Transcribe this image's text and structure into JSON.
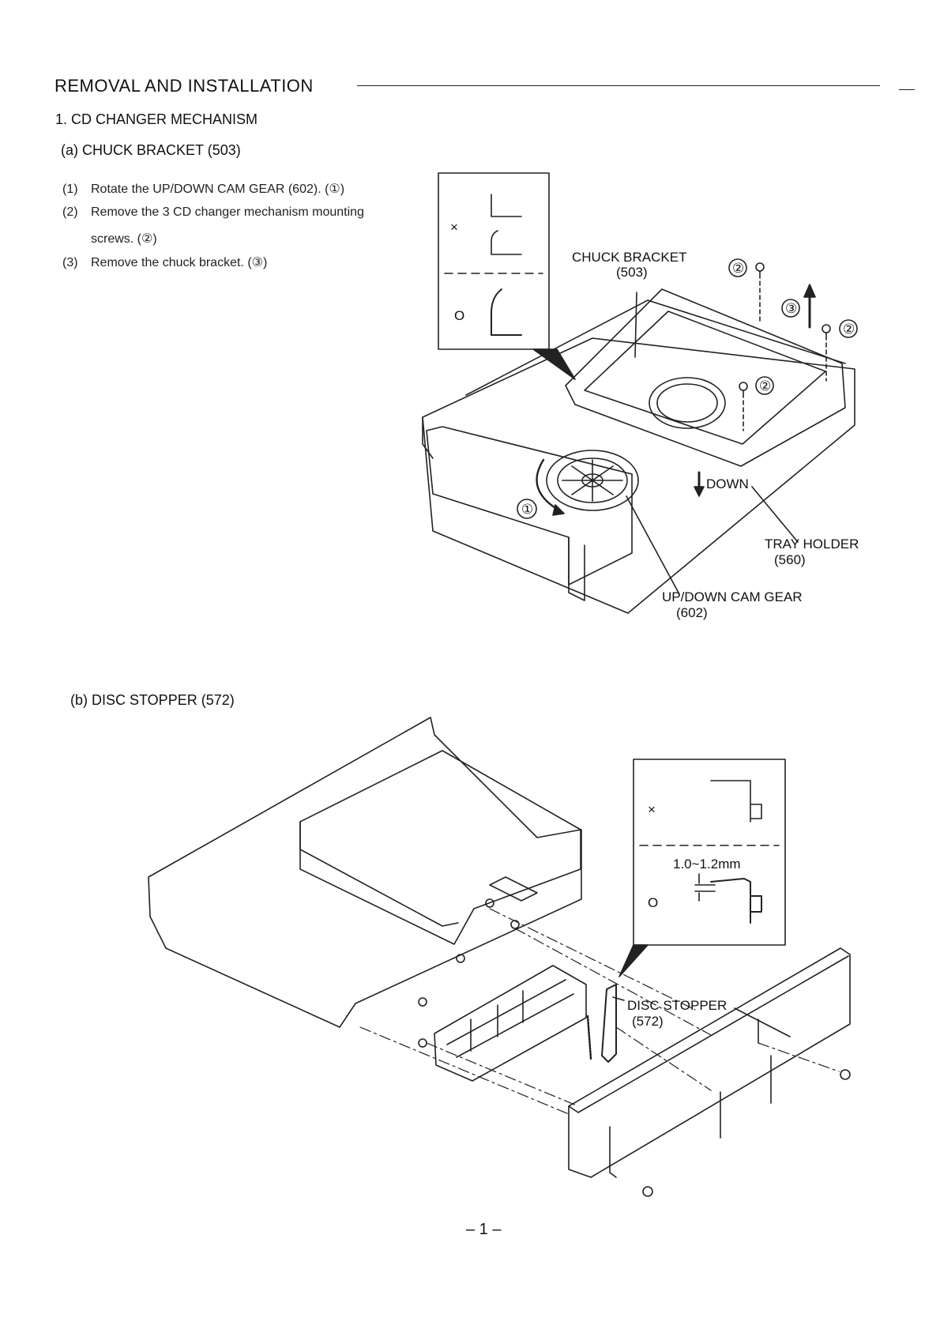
{
  "heading": "REMOVAL AND INSTALLATION",
  "section1": "1.  CD CHANGER MECHANISM",
  "sectionA": "(a)  CHUCK BRACKET (503)",
  "steps": [
    {
      "num": "(1)",
      "text": "Rotate the UP/DOWN CAM GEAR (602). (①)"
    },
    {
      "num": "(2)",
      "text": "Remove the 3 CD changer mechanism mounting",
      "cont": "screws. (②)"
    },
    {
      "num": "(3)",
      "text": "Remove the chuck bracket.  (③)"
    }
  ],
  "diagramA": {
    "wrong_mark": "×",
    "right_mark": "O",
    "chuck_bracket": "CHUCK BRACKET",
    "chuck_bracket_num": "(503)",
    "tray_holder": "TRAY HOLDER",
    "tray_holder_num": "(560)",
    "cam_gear": "UP/DOWN CAM GEAR",
    "cam_gear_num": "(602)",
    "down": "DOWN",
    "c1": "①",
    "c2": "②",
    "c3": "③"
  },
  "sectionB": "(b)  DISC STOPPER (572)",
  "diagramB": {
    "wrong_mark": "×",
    "right_mark": "O",
    "gap": "1.0~1.2mm",
    "disc_stopper": "DISC  STOPPER",
    "disc_stopper_num": "(572)"
  },
  "page_number": "– 1 –"
}
